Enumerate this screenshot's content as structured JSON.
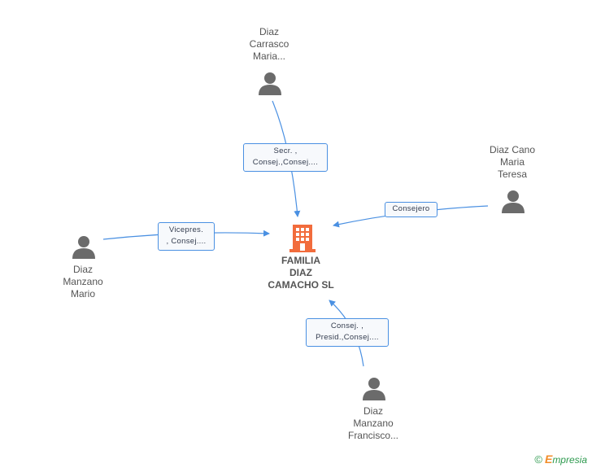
{
  "company": {
    "name_lines": [
      "FAMILIA",
      "DIAZ",
      "CAMACHO SL"
    ],
    "icon": "building-icon",
    "icon_color": "#f26c3c"
  },
  "persons": [
    {
      "id": "carrasco",
      "name_lines": [
        "Diaz",
        "Carrasco",
        "Maria..."
      ],
      "icon": "person-icon",
      "role_lines": [
        "Secr. ,",
        "Consej.,Consej...."
      ]
    },
    {
      "id": "cano",
      "name_lines": [
        "Diaz Cano",
        "Maria",
        "Teresa"
      ],
      "icon": "person-icon",
      "role_lines": [
        "Consejero"
      ]
    },
    {
      "id": "mario",
      "name_lines": [
        "Diaz",
        "Manzano",
        "Mario"
      ],
      "icon": "person-icon",
      "role_lines": [
        "Vicepres.",
        ", Consej...."
      ]
    },
    {
      "id": "francisco",
      "name_lines": [
        "Diaz",
        "Manzano",
        "Francisco..."
      ],
      "icon": "person-icon",
      "role_lines": [
        "Consej. ,",
        "Presid.,Consej...."
      ]
    }
  ],
  "colors": {
    "edge": "#4a90e2",
    "person_icon": "#6b6b6b",
    "text": "#555555"
  },
  "footer": {
    "copyright_symbol": "©",
    "brand_initial": "E",
    "brand_rest": "mpresia"
  }
}
